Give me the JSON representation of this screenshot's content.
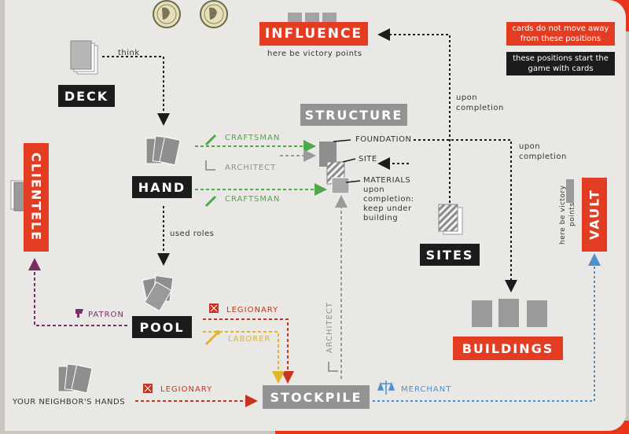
{
  "zones": {
    "influence": "INFLUENCE",
    "deck": "DECK",
    "structure": "STRUCTURE",
    "hand": "HAND",
    "clientele": "CLIENTELE",
    "sites": "SITES",
    "vault": "VAULT",
    "pool": "POOL",
    "buildings": "BUILDINGS",
    "stockpile": "STOCKPILE"
  },
  "notes": {
    "influence_sub": "here be victory points",
    "vault_sub": "here be victory points",
    "think": "think",
    "used_roles": "used roles",
    "upon_completion_1": "upon completion",
    "upon_completion_2": "upon completion",
    "foundation": "FOUNDATION",
    "site": "SITE",
    "materials": "MATERIALS upon completion: keep under building",
    "your_neighbors_hands": "YOUR NEIGHBOR'S HANDS"
  },
  "roles": {
    "craftsman": "CRAFTSMAN",
    "architect": "ARCHITECT",
    "patron": "PATRON",
    "legionary": "LEGIONARY",
    "laborer": "LABORER",
    "merchant": "MERCHANT"
  },
  "legend": {
    "fixed": "cards do not move away from these positions",
    "start": "these positions start the game with cards"
  },
  "colors": {
    "craftsman": "#4fa84a",
    "architect": "#9a9a9a",
    "patron": "#7a2e63",
    "legionary": "#c8321f",
    "laborer": "#e1b52a",
    "merchant": "#4f8fd0",
    "flow": "#1c1c1c",
    "accent_red": "#e23d22"
  },
  "icons": [
    "coin-icon",
    "craftsman-icon",
    "architect-icon",
    "patron-icon",
    "legionary-icon",
    "laborer-icon",
    "merchant-icon",
    "card-stack-icon"
  ]
}
